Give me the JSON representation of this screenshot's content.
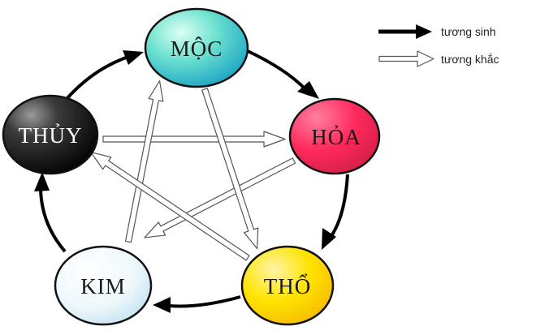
{
  "elements": [
    {
      "id": "moc",
      "label": "MỘC",
      "label_color": "#1a1a1a"
    },
    {
      "id": "hoa",
      "label": "HỎA",
      "label_color": "#1a1a1a"
    },
    {
      "id": "tho",
      "label": "THỔ",
      "label_color": "#1a1a1a"
    },
    {
      "id": "kim",
      "label": "KIM",
      "label_color": "#1a1a1a"
    },
    {
      "id": "thuy",
      "label": "THỦY",
      "label_color": "#ffffff"
    }
  ],
  "generating_cycle": [
    {
      "from": "moc",
      "to": "hoa"
    },
    {
      "from": "hoa",
      "to": "tho"
    },
    {
      "from": "tho",
      "to": "kim"
    },
    {
      "from": "kim",
      "to": "thuy"
    },
    {
      "from": "thuy",
      "to": "moc"
    }
  ],
  "overcoming_cycle": [
    {
      "from": "thuy",
      "to": "hoa"
    },
    {
      "from": "hoa",
      "to": "kim"
    },
    {
      "from": "kim",
      "to": "moc"
    },
    {
      "from": "moc",
      "to": "tho"
    },
    {
      "from": "tho",
      "to": "thuy"
    }
  ],
  "legend": {
    "generating_label": "tương sinh",
    "overcoming_label": "tương khắc"
  }
}
